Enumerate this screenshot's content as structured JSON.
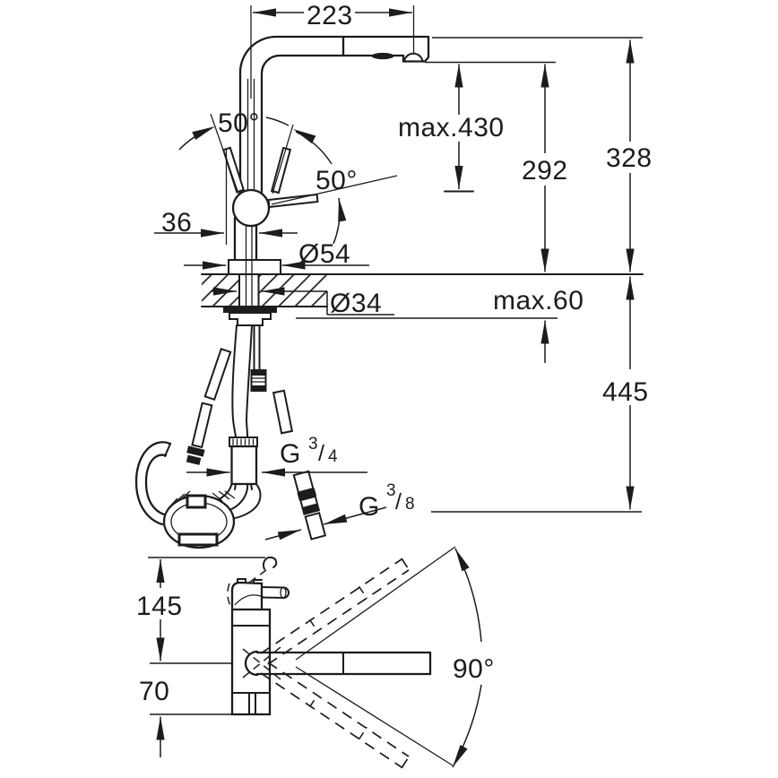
{
  "drawing": {
    "type": "technical-dimension-drawing",
    "subject": "kitchen faucet with pull-out spray, front view, connection hoses and side swivel view",
    "background": "#ffffff",
    "line_color": "#1c1c1c",
    "labels": {
      "d223": "223",
      "dmax430": "max.430",
      "d292": "292",
      "d328": "328",
      "d50top": "50°",
      "d50right": "50°",
      "d36": "36",
      "d54": "Ø54",
      "d34": "Ø34",
      "dmax60": "max.60",
      "d445": "445",
      "g34": {
        "base": "G",
        "sup": "3",
        "slash": "/",
        "sub": "4"
      },
      "g38": {
        "base": "G",
        "sup": "3",
        "slash": "/",
        "sub": "8"
      },
      "d145": "145",
      "d70": "70",
      "d90": "90°"
    }
  }
}
